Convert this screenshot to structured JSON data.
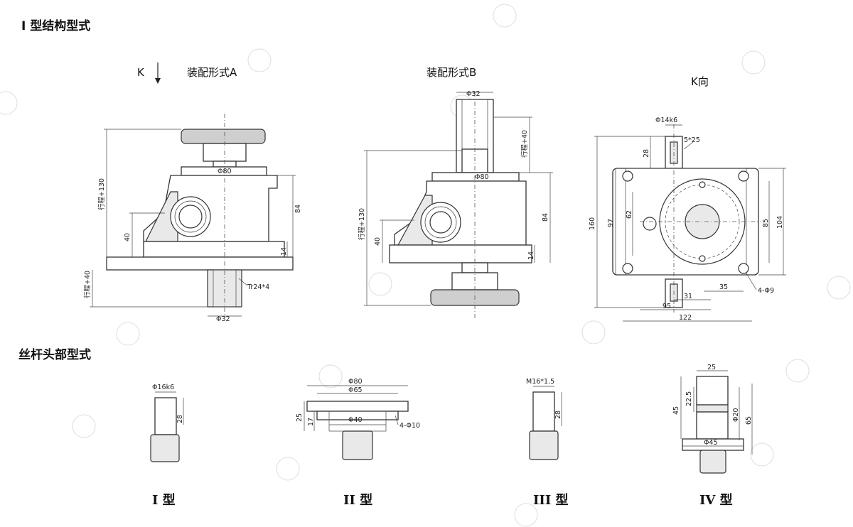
{
  "headings": {
    "section1": "I 型结构型式",
    "section2": "丝杆头部型式"
  },
  "view_a": {
    "title": "装配形式A",
    "k_arrow_label": "K",
    "dims": {
      "phi80": "Φ80",
      "stroke130": "行程+130",
      "stroke40": "行程+40",
      "d84": "84",
      "d40": "40",
      "d14": "14",
      "thread": "Tr24*4",
      "phi32": "Φ32"
    }
  },
  "view_b": {
    "title": "装配形式B",
    "dims": {
      "phi32": "Φ32",
      "stroke40": "行程+40",
      "phi80": "Φ80",
      "stroke130": "行程+130",
      "d84": "84",
      "d40": "40",
      "d14": "14"
    }
  },
  "view_k": {
    "title": "K向",
    "dims": {
      "shaft": "Φ14k6",
      "key": "5*25",
      "d28": "28",
      "d160": "160",
      "d97": "97",
      "d62": "62",
      "d85": "85",
      "d104": "104",
      "d35": "35",
      "d31": "31",
      "d95": "95",
      "d122": "122",
      "holes": "4-Φ9"
    }
  },
  "types": {
    "t1": {
      "caption": "I 型",
      "dim_shaft": "Φ16k6",
      "dim_len": "28"
    },
    "t2": {
      "caption": "II 型",
      "dim_phi80": "Φ80",
      "dim_phi65": "Φ65",
      "dim_phi40": "Φ40",
      "dim_25": "25",
      "dim_17": "17",
      "dim_holes": "4-Φ10"
    },
    "t3": {
      "caption": "III 型",
      "dim_thread": "M16*1.5",
      "dim_len": "28"
    },
    "t4": {
      "caption": "IV 型",
      "dim_25": "25",
      "dim_22": "22.5",
      "dim_45": "45",
      "dim_phi20": "Φ20",
      "dim_65": "65",
      "dim_phi45": "Φ45"
    }
  },
  "colors": {
    "line": "#333333",
    "fill": "#ffffff",
    "shade": "#e9e9e9",
    "watermark": "#dddddd"
  }
}
